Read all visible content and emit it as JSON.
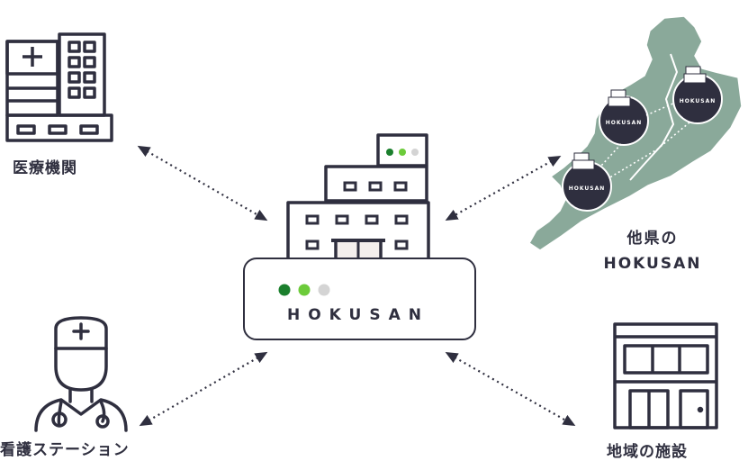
{
  "nodes": {
    "medical": {
      "label": "医療機関"
    },
    "nursing": {
      "label": "看護ステーション"
    },
    "facility": {
      "label": "地域の施設"
    },
    "other": {
      "line1": "他県の",
      "line2": "HOKUSAN"
    },
    "center": {
      "brand": "HOKUSAN"
    }
  },
  "map_marker_label": "HOKUSAN",
  "colors": {
    "ink": "#2f2f3f",
    "map_fill": "#8aa99a",
    "dot_dark": "#1b7f2d",
    "dot_mid": "#6ccb3a",
    "dot_light": "#d4d4d4"
  }
}
